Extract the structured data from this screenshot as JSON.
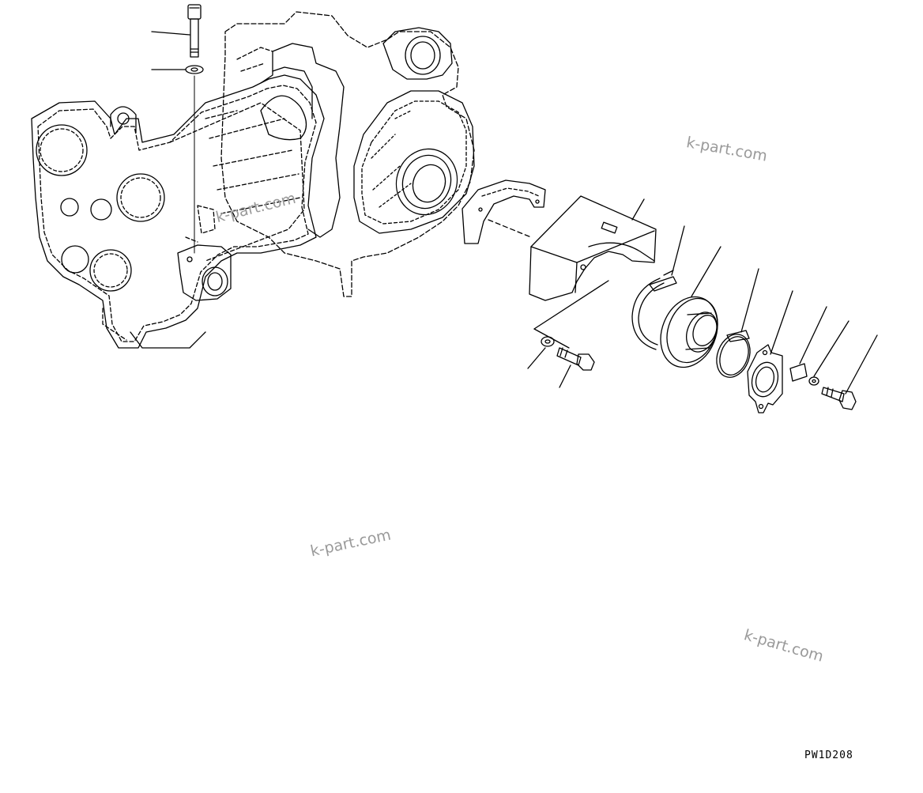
{
  "figure": {
    "drawing_code": "PW1D208"
  },
  "watermarks": [
    "k-part.com",
    "k-part.com",
    "k-part.com",
    "k-part.com"
  ],
  "colors": {
    "line": "#000000",
    "background": "#ffffff",
    "watermark": "#9a9a9a"
  }
}
